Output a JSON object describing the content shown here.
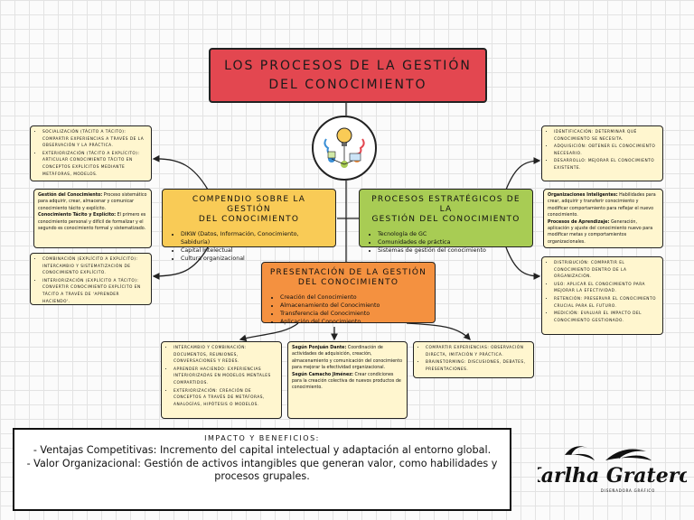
{
  "title": "LOS PROCESOS DE LA GESTIÓN\nDEL CONOCIMIENTO",
  "hub_icon": "brain-lightbulb-network-icon",
  "compendio": {
    "title": "COMPENDIO SOBRE LA GESTIÓN\nDEL CONOCIMIENTO",
    "items": [
      "DIKW (Datos, Información, Conocimiento, Sabiduría)",
      "Capital Intelectual",
      "Cultura organizacional"
    ]
  },
  "estrategicos": {
    "title": "PROCESOS ESTRATÉGICOS DE LA\nGESTIÓN DEL CONOCIMIENTO",
    "items": [
      "Tecnología de GC",
      "Comunidades de práctica",
      "Sistemas de gestión del conocimiento"
    ]
  },
  "presentacion": {
    "title": "PRESENTACIÓN DE LA GESTIÓN\nDEL CONOCIMIENTO",
    "items": [
      "Creación del Conocimiento",
      "Almacenamiento del Conocimiento",
      "Transferencia del Conocimiento",
      "Aplicación del Conocimiento"
    ]
  },
  "note_left_top": [
    "Socialización (Tácito a Tácito): Compartir experiencias a través de la observación y la práctica.",
    "Exteriorización (Tácito a Explícito): Articular conocimiento tácito en conceptos explícitos mediante metáforas, modelos."
  ],
  "note_left_mid": [
    {
      "label": "Gestión del Conocimiento:",
      "text": " Proceso sistemático para adquirir, crear, almacenar y comunicar conocimiento tácito y explícito."
    },
    {
      "label": "Conocimiento Tácito y Explícito:",
      "text": " El primero es conocimiento personal y difícil de formalizar y el segundo es conocimiento formal y sistematizado."
    }
  ],
  "note_left_bottom": [
    "Combinación (Explícito a Explícito): Intercambio y sistematización de conocimiento explícito.",
    "Interiorización (Explícito a Tácito): Convertir conocimiento explícito en tácito a través de 'aprender haciendo'."
  ],
  "note_right_top": [
    "Identificación: Determinar qué conocimiento se necesita.",
    "Adquisición: Obtener el conocimiento necesario.",
    "Desarrollo: Mejorar el conocimiento existente."
  ],
  "note_right_mid": [
    {
      "label": "Organizaciones Inteligentes:",
      "text": " Habilidades para crear, adquirir y transferir conocimiento y modificar comportamiento para reflejar el nuevo conocimiento."
    },
    {
      "label": "Procesos de Aprendizaje:",
      "text": " Generación, aplicación y ajuste del conocimiento nuevo para modificar metas y comportamientos organizacionales."
    }
  ],
  "note_right_bottom": [
    "Distribución: Compartir el conocimiento dentro de la organización.",
    "Uso: Aplicar el conocimiento para mejorar la efectividad.",
    "Retención: Preservar el conocimiento crucial para el futuro.",
    "Medición: Evaluar el impacto del conocimiento gestionado."
  ],
  "note_bottom_left": [
    "Intercambio y combinación: documentos, reuniones, conversaciones y redes.",
    "Aprender haciendo: experiencias interiorizadas en modelos mentales compartidos.",
    "Exteriorización: creación de conceptos a través de metáforas, analogías, hipótesis o modelos."
  ],
  "note_bottom_center": [
    {
      "label": "Según Ponjuán Dante:",
      "text": " Coordinación de actividades de adquisición, creación, almacenamiento y comunicación del conocimiento para mejorar la efectividad organizacional."
    },
    {
      "label": "Según Camacho Jiménez:",
      "text": " Crear condiciones para la creación colectiva de nuevos productos de conocimiento."
    }
  ],
  "note_bottom_right": [
    "Compartir experiencias: observación directa, imitación y práctica.",
    "Brainstorming: discusiones, debates, presentaciones."
  ],
  "impact": {
    "heading": "IMPACTO Y BENEFICIOS:",
    "lines": [
      "- Ventajas Competitivas: Incremento del capital intelectual y adaptación al entorno global.",
      "- Valor Organizacional: Gestión de activos intangibles que generan valor, como habilidades y procesos grupales."
    ]
  },
  "brand": {
    "name": "Karlha Graterol",
    "subtitle": "DISEÑADORA GRÁFICO"
  },
  "colors": {
    "title": "#e34750",
    "yellow": "#f9cb56",
    "green": "#a8cc54",
    "orange": "#f49140",
    "note": "#fff6cf"
  }
}
